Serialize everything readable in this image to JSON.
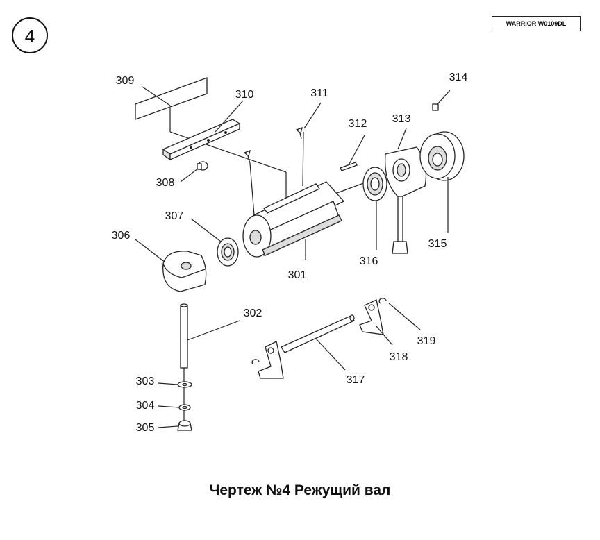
{
  "page_number": "4",
  "model": "WARRIOR W0109DL",
  "caption": "Чертеж №4 Режущий вал",
  "parts": {
    "p301": "301",
    "p302": "302",
    "p303": "303",
    "p304": "304",
    "p305": "305",
    "p306": "306",
    "p307": "307",
    "p308": "308",
    "p309": "309",
    "p310": "310",
    "p311": "311",
    "p312": "312",
    "p313": "313",
    "p314": "314",
    "p315": "315",
    "p316": "316",
    "p317": "317",
    "p318": "318",
    "p319": "319"
  }
}
